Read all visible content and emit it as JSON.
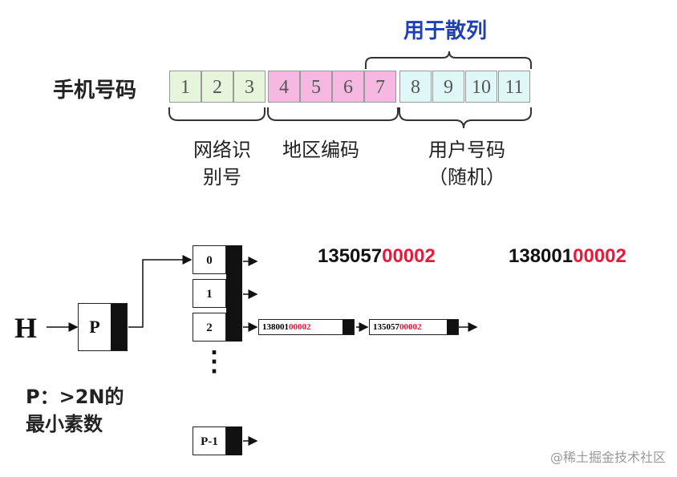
{
  "phone": {
    "label": "手机号码",
    "digits": [
      "1",
      "2",
      "3",
      "4",
      "5",
      "6",
      "7",
      "8",
      "9",
      "10",
      "11"
    ],
    "hash_label": "用于散列",
    "segments": {
      "network": [
        "网络识",
        "别号"
      ],
      "region": "地区编码",
      "user": [
        "用户号码",
        "（随机）"
      ]
    }
  },
  "colors": {
    "network_fill": "#e6f5dc",
    "region_fill": "#f5b8e0",
    "user_fill": "#e0f7f7",
    "hash_label": "#1f3fb5",
    "highlight": "#e8193a"
  },
  "hash": {
    "input": "H",
    "function": "P",
    "note": [
      "P：>2N的",
      "最小素数"
    ],
    "slots": [
      "0",
      "1",
      "2",
      "P-1"
    ],
    "ellipsis": "⋮",
    "chain": [
      {
        "prefix": "138001",
        "suffix": "00002"
      },
      {
        "prefix": "135057",
        "suffix": "00002"
      }
    ]
  },
  "examples": [
    {
      "prefix": "135057",
      "suffix": "00002"
    },
    {
      "prefix": "138001",
      "suffix": "00002"
    }
  ],
  "watermark": "@稀土掘金技术社区"
}
